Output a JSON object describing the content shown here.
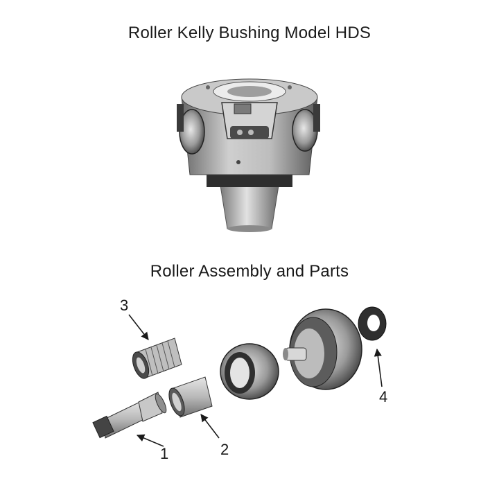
{
  "titles": {
    "main": "Roller Kelly Bushing Model HDS",
    "parts": "Roller Assembly and Parts"
  },
  "callouts": [
    {
      "id": "1"
    },
    {
      "id": "2"
    },
    {
      "id": "3"
    },
    {
      "id": "4"
    }
  ],
  "colors": {
    "ink": "#1a1a1a",
    "metal_light": "#d6d6d6",
    "metal_mid": "#9a9a9a",
    "metal_dark": "#3a3a3a"
  }
}
